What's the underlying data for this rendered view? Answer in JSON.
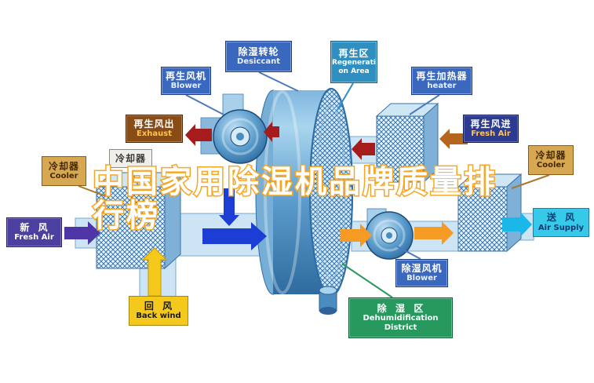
{
  "title": {
    "line1": "中国家用除湿机品牌质量排",
    "line2": "行榜"
  },
  "labels": {
    "desiccant": {
      "zh": "除湿转轮",
      "en": "Desiccant"
    },
    "regeneration_area": {
      "zh": "再生区",
      "en_line1": "Regenerati",
      "en_line2": "on Area"
    },
    "regen_blower": {
      "zh": "再生风机",
      "en": "Blower"
    },
    "regen_heater": {
      "zh": "再生加热器",
      "en": "heater"
    },
    "exhaust": {
      "zh": "再生风出",
      "en": "Exhaust"
    },
    "regen_fresh_air": {
      "zh": "再生风进",
      "en": "Fresh Air"
    },
    "cooler_left": {
      "zh": "冷却器",
      "en": "Cooler"
    },
    "cooler_left_plain": {
      "zh": "冷却器"
    },
    "cooler_right": {
      "zh": "冷却器",
      "en": "Cooler"
    },
    "fresh_air": {
      "zh": "新  风",
      "en": "Fresh Air"
    },
    "air_supply": {
      "zh": "送  风",
      "en": "Air Supply"
    },
    "back_wind": {
      "zh": "回  风",
      "en": "Back wind"
    },
    "dehumid_blower": {
      "zh": "除湿风机",
      "en": "Blower"
    },
    "dehumid_district": {
      "zh": "除  湿  区",
      "en_line1": "Dehumidification",
      "en_line2": "District"
    }
  },
  "colors": {
    "title_fill": "#ffffff",
    "title_outline": "#f7a623",
    "regen_air_arrow": "#a61c1c",
    "regen_inlet_arrow": "#b5651d",
    "process_in_arrow": "#1c3ed4",
    "fresh_air_arrow": "#4f35a8",
    "return_air_arrow": "#f5c91c",
    "hot_air_arrow": "#f59a23",
    "supply_air_arrow": "#1ab8e8",
    "wheel_blue": "#5f9fd0",
    "label_blue": "#3a68be",
    "label_green": "#27995e",
    "label_yellow": "#f5c91c",
    "label_cyan": "#36c9ea"
  }
}
